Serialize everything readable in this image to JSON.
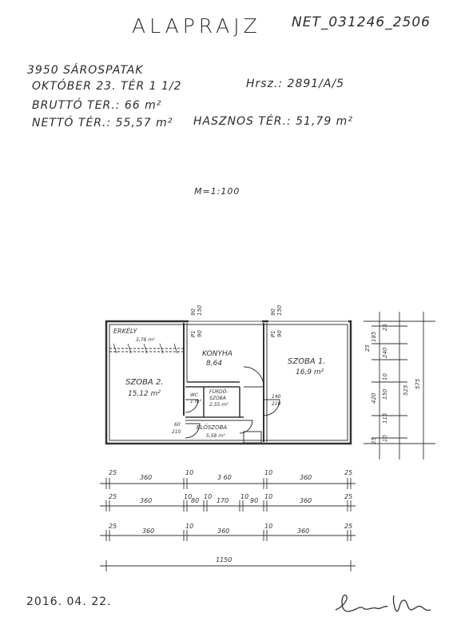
{
  "header": {
    "title": "ALAPRAJZ",
    "doc_id": "NET_031246_2506"
  },
  "info": {
    "city": "3950 SÁROSPATAK",
    "address": "OKTÓBER 23. TÉR 1 1/2",
    "hrsz": "Hrsz.: 2891/A/5",
    "brutto": "BRUTTÓ TER.: 66 m²",
    "netto": "NETTÓ TÉR.: 55,57 m²",
    "hasznos": "HASZNOS TÉR.: 51,79 m²"
  },
  "scale": "M=1:100",
  "rooms": {
    "erkely": "ERKÉLY",
    "erkely_area": "3,78 m²",
    "konyha": "KONYHA",
    "konyha_area": "8,64",
    "szoba1": "SZOBA 1.",
    "szoba1_area": "16,9 m²",
    "szoba2": "SZOBA 2.",
    "szoba2_area": "15,12 m²",
    "furdo": "FÜRDŐ-",
    "furdo2": "SZOBA",
    "furdo_area": "2,55 m²",
    "wc": "WC",
    "wc_area": "1 m²",
    "eloszoba": "ELŐSZOBA",
    "eloszoba_area": "5,58 m²"
  },
  "top_dims": {
    "d1a": "90",
    "d1b": "150",
    "d2a": "90",
    "d2b": "150",
    "win1a": "P1",
    "win1b": "90",
    "win2a": "P1",
    "win2b": "90"
  },
  "side_dims": {
    "v1": "25",
    "v2": "185",
    "v3": "240",
    "v4": "10",
    "v5": "420",
    "v6": "150",
    "v7": "115",
    "v8": "25",
    "v9": "10",
    "v10": "525",
    "v11": "575"
  },
  "interior": {
    "d1": "140",
    "d2": "210",
    "d3": "60",
    "d4": "210"
  },
  "dim_rows": {
    "r1": [
      "25",
      "360",
      "10",
      "3 60",
      "10",
      "360",
      "25"
    ],
    "r2": [
      "25",
      "360",
      "10",
      "80",
      "10",
      "170",
      "10",
      "90",
      "10",
      "360",
      "25"
    ],
    "r3": [
      "25",
      "360",
      "10",
      "360",
      "10",
      "360",
      "25"
    ],
    "total": "1150"
  },
  "footer": {
    "date": "2016. 04. 22."
  }
}
